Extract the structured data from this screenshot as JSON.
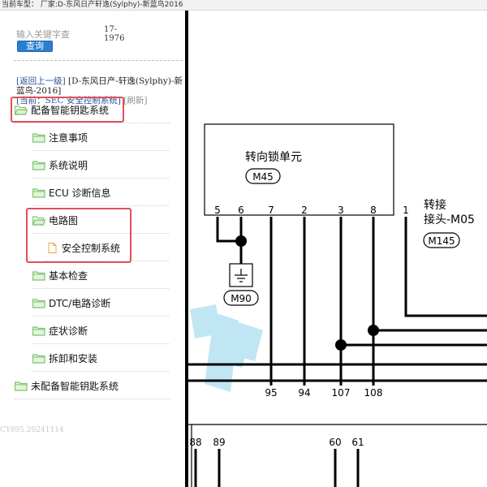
{
  "topbar": {
    "text": "当前车型：  厂家:D-东风日产轩逸(Sylphy)-新蓝鸟2016"
  },
  "search": {
    "placeholder": "输入关键字查",
    "range_top": "17-",
    "range_bottom": "1976",
    "button": "查询"
  },
  "breadcrumb": {
    "back_link": "[返回上一级]",
    "path": "[D-东风日产-轩逸(Sylphy)-新蓝鸟-2016]",
    "current_prefix": "[当前：",
    "current_value": "SEC 安全控制系统]",
    "refresh": "[刷新]"
  },
  "tree": {
    "root1": "配备智能钥匙系统",
    "items": [
      "注意事项",
      "系统说明",
      "ECU 诊断信息"
    ],
    "circuit": "电路图",
    "doc": "安全控制系统",
    "items2": [
      "基本检查",
      "DTC/电路诊断",
      "症状诊断",
      "拆卸和安装"
    ],
    "root2": "未配备智能钥匙系统"
  },
  "watermark": "CY895.20241114",
  "diagram": {
    "unit_name": "转向锁单元",
    "unit_connector": "M45",
    "pins": [
      "5",
      "6",
      "7",
      "2",
      "3",
      "8",
      "1"
    ],
    "right_title_1": "转接",
    "right_title_2": "接头-M05",
    "right_connector": "M145",
    "ground": "M90",
    "bottom_pins": [
      "95",
      "94",
      "107",
      "108"
    ],
    "lower_pins": [
      "88",
      "89",
      "60",
      "61"
    ]
  },
  "colors": {
    "accent": "#2a7fd0",
    "highlight": "#e0505a",
    "folder": "#7cc36a",
    "doc": "#f0a040",
    "link": "#2a4f9a"
  }
}
